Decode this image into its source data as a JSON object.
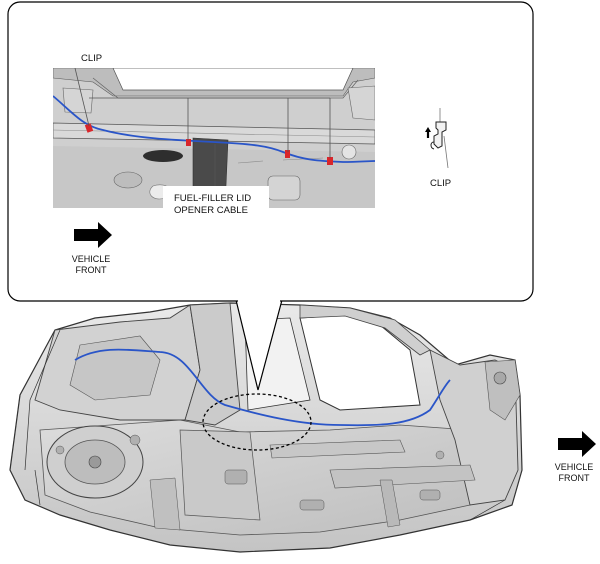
{
  "callout": {
    "label_clip_left": "CLIP",
    "label_cable_line1": "FUEL-FILLER LID",
    "label_cable_line2": "OPENER CABLE",
    "label_clip_right": "CLIP",
    "direction_line1": "VEHICLE",
    "direction_line2": "FRONT"
  },
  "main": {
    "direction_line1": "VEHICLE",
    "direction_line2": "FRONT"
  },
  "colors": {
    "cable": "#2a55c8",
    "clip_marker": "#d9262b",
    "body_metal": "#d6d6d6",
    "outline": "#222222"
  },
  "icons": [
    "arrow-right-icon",
    "clip-icon"
  ]
}
